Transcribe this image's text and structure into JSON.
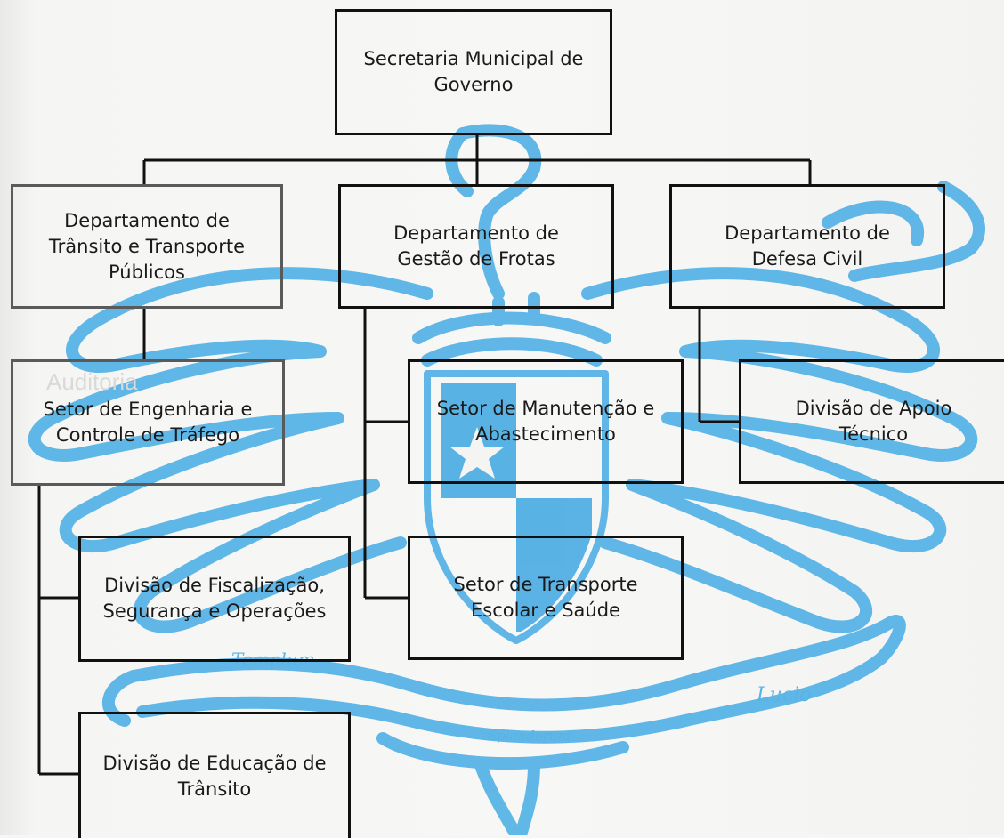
{
  "org": {
    "root": "Secretaria Municipal de\nGoverno",
    "dept_transito": "Departamento de\nTrânsito e Transporte\nPúblicos",
    "dept_frotas": "Departamento de\nGestão de Frotas",
    "dept_defesa": "Departamento de\nDefesa Civil",
    "setor_engenharia": "Setor de Engenharia e\nControle de Tráfego",
    "setor_manutencao": "Setor de Manutenção e\nAbastecimento",
    "divisao_apoio": "Divisão de Apoio\nTécnico",
    "setor_transporte": "Setor de Transporte\nEscolar e Saúde",
    "divisao_fiscalizacao": "Divisão de Fiscalização,\nSegurança e Operações",
    "divisao_educacao": "Divisão de Educação de\nTrânsito"
  },
  "watermark": {
    "left_banner": "Templum",
    "right_banner": "Lucio",
    "bottom_banner": "Splendorum",
    "faded_text": "Auditoria"
  },
  "colors": {
    "line": "#111111",
    "watermark": "#4fb0e6",
    "shield_blue": "#3ea6e2"
  }
}
